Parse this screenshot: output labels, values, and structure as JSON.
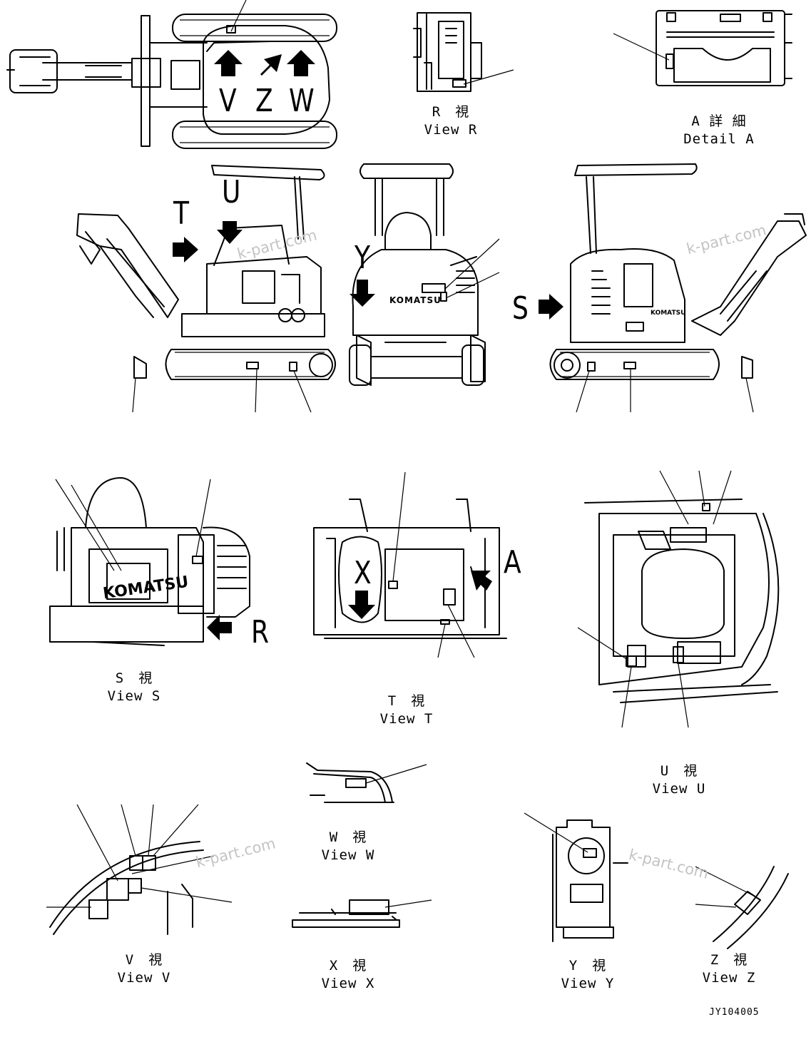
{
  "views": {
    "R": {
      "jp": "R　視",
      "en": "View R"
    },
    "detailA": {
      "jp": "A 詳 細",
      "en": "Detail A"
    },
    "S": {
      "jp": "S　視",
      "en": "View S"
    },
    "T": {
      "jp": "T　視",
      "en": "View T"
    },
    "U": {
      "jp": "U　視",
      "en": "View U"
    },
    "V": {
      "jp": "V　視",
      "en": "View V"
    },
    "W": {
      "jp": "W　視",
      "en": "View W"
    },
    "X": {
      "jp": "X　視",
      "en": "View X"
    },
    "Y": {
      "jp": "Y　視",
      "en": "View Y"
    },
    "Z": {
      "jp": "Z　視",
      "en": "View Z"
    }
  },
  "view_markers": {
    "V": "V",
    "Z": "Z",
    "W": "W",
    "T": "T",
    "U": "U",
    "Y": "Y",
    "S": "S",
    "X": "X",
    "A": "A",
    "R": "R"
  },
  "brand": {
    "main": "KOMATSU",
    "small": "KOMATSU"
  },
  "watermark": "k-part.com",
  "drawing_code": "JY104005",
  "colors": {
    "line": "#000000",
    "paper": "#ffffff",
    "watermark": "#c4c4c4"
  }
}
